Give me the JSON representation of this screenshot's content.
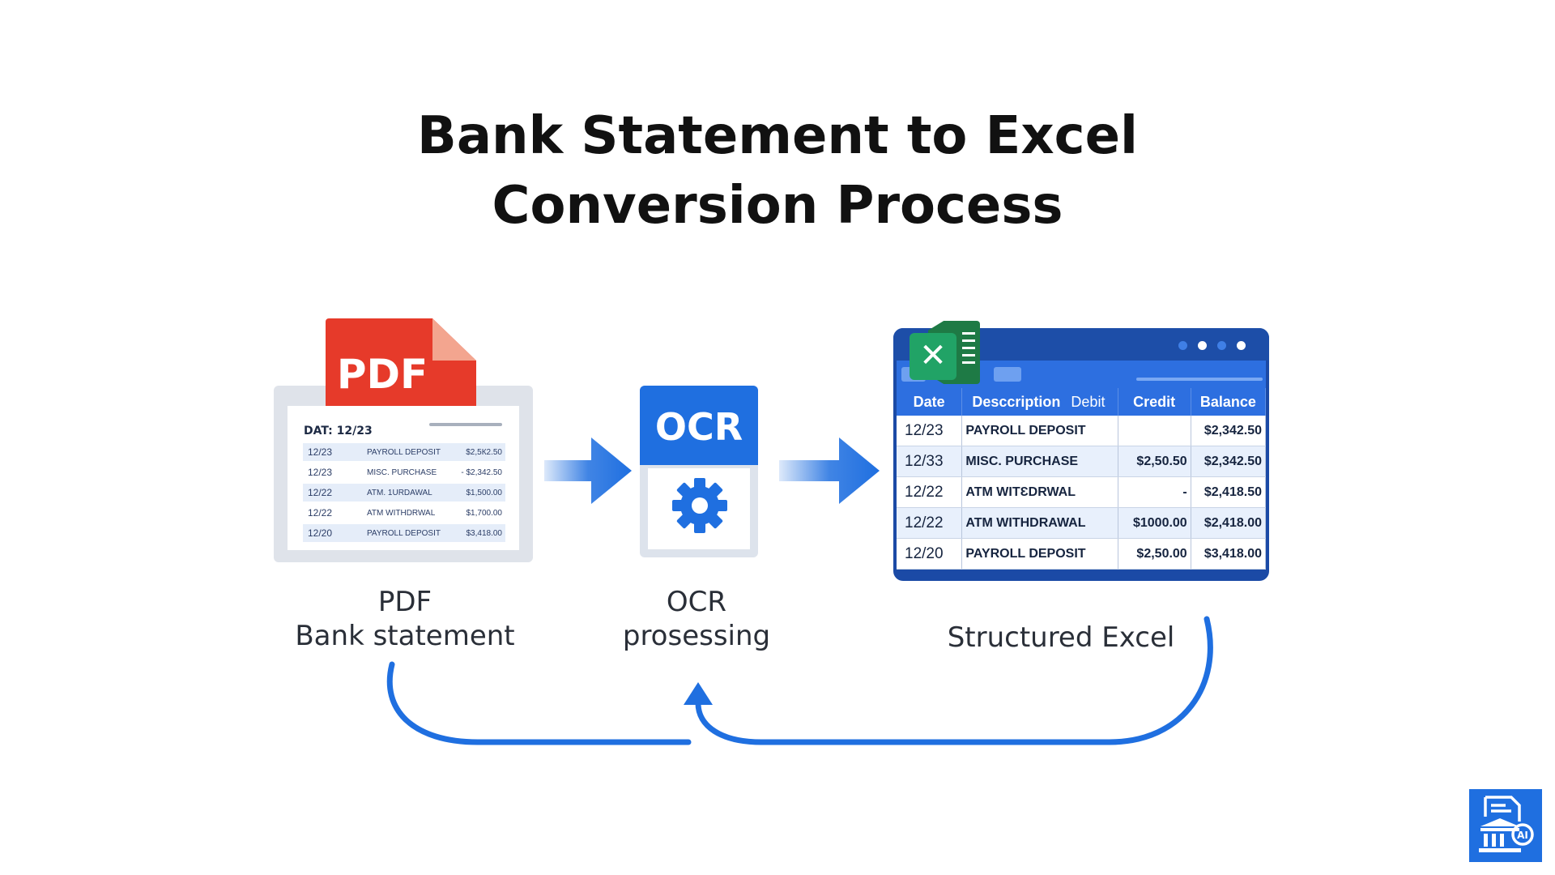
{
  "title": {
    "line1": "Bank Statement to Excel",
    "line2": "Conversion Process"
  },
  "pdf": {
    "badge": "PDF",
    "date_line": "DAT: 12/23",
    "rows": [
      {
        "date": "12/23",
        "desc": "PAYROLL DEPOSIT",
        "amount": "$2,5К2.50"
      },
      {
        "date": "12/23",
        "desc": "MISC. PURCHASE",
        "amount": "- $2,342.50"
      },
      {
        "date": "12/22",
        "desc": "ATM. 1URDAWAL",
        "amount": "$1,500.00"
      },
      {
        "date": "12/22",
        "desc": "ATM WITHDRWAL",
        "amount": "$1,700.00"
      },
      {
        "date": "12/20",
        "desc": "PAYROLL DEPOSIT",
        "amount": "$3,418.00"
      }
    ]
  },
  "ocr": {
    "badge": "OCR",
    "icon": "gear-icon"
  },
  "excel": {
    "icon": "excel-icon",
    "columns": [
      "Date",
      "Desccription",
      "Debit",
      "Credit",
      "Balance"
    ],
    "rows": [
      {
        "date": "12/23",
        "desc": "PAYROLL DEPOSIT",
        "debit": "",
        "credit": "",
        "balance": "$2,342.50"
      },
      {
        "date": "12/33",
        "desc": "MISC. PURCHASE",
        "debit": "",
        "credit": "$2,50.50",
        "balance": "$2,342.50"
      },
      {
        "date": "12/22",
        "desc": "ATM WITƐDRWAL",
        "debit": "",
        "credit": "-",
        "balance": "$2,418.50"
      },
      {
        "date": "12/22",
        "desc": "ATM WITHDRAWAL",
        "debit": "",
        "credit": "$1000.00",
        "balance": "$2,418.00"
      },
      {
        "date": "12/20",
        "desc": "PAYROLL DEPOSIT",
        "debit": "",
        "credit": "$2,50.00",
        "balance": "$3,418.00"
      }
    ],
    "header_dot_colors": [
      "#3f7fe6",
      "#ffffff",
      "#3f7fe6",
      "#ffffff"
    ]
  },
  "labels": {
    "pdf_line1": "PDF",
    "pdf_line2": "Bank statement",
    "ocr_line1": "OCR",
    "ocr_line2": "prosessing",
    "excel": "Structured Excel"
  },
  "colors": {
    "accent_blue": "#1f6fe0",
    "pdf_red": "#e63a2a",
    "excel_green": "#21a366"
  },
  "corner_logo": "document-ai-icon"
}
